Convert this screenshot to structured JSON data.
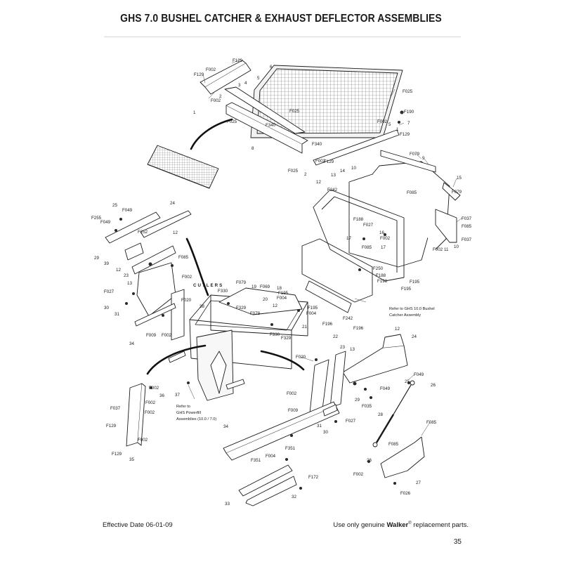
{
  "title": "GHS 7.0 BUSHEL CATCHER & EXHAUST DEFLECTOR ASSEMBLIES",
  "watermark": "CUTLERS",
  "footer": {
    "effective_date": "Effective Date 06-01-09",
    "genuine_prefix": "Use only genuine ",
    "brand": "Walker",
    "registered": "®",
    "genuine_suffix": " replacement parts."
  },
  "page_number": "35",
  "notes": {
    "ghs_10_line1": "Refer to GHS 10.0 Bushel",
    "ghs_10_line2": "Catcher Assembly",
    "powerfill_line1": "Refer to",
    "powerfill_line2": "GHS Powerfill",
    "powerfill_line3": "Assemblies (10.0 / 7.0)"
  },
  "callouts": {
    "c1": "F129",
    "c2": "F129",
    "c3": "F002",
    "c4": "4",
    "c5": "5",
    "c6": "6",
    "c7": "3",
    "c8": "2",
    "c9": "F002",
    "c10": "1",
    "c11": "F025",
    "c12": "F340",
    "c13": "8",
    "c14": "F025",
    "c15": "F025",
    "c16": "F190",
    "c17": "F002",
    "c18": "5",
    "c19": "7",
    "c20": "1",
    "c21": "F129",
    "c22": "F340",
    "c23": "F002",
    "c24": "F129",
    "c25": "2",
    "c26": "F025",
    "c27": "F079",
    "c28": "9",
    "c29": "10",
    "c30": "14",
    "c31": "13",
    "c32": "15",
    "c33": "12",
    "c34": "F242",
    "c35": "F085",
    "c36": "F079",
    "c37": "F037",
    "c38": "F085",
    "c39": "F037",
    "c40": "F188",
    "c41": "F027",
    "c42": "16",
    "c43": "F002",
    "c44": "17",
    "c45": "F085",
    "c46": "17",
    "c47": "F002",
    "c48": "11",
    "c49": "10",
    "c50": "F250",
    "c51": "F188",
    "c52": "F198",
    "c53": "F195",
    "c54": "F195",
    "c55": "25",
    "c56": "F049",
    "c57": "24",
    "c58": "F255",
    "c59": "F049",
    "c60": "F252",
    "c61": "12",
    "c62": "29",
    "c63": "39",
    "c64": "F085",
    "c65": "12",
    "c66": "23",
    "c67": "13",
    "c68": "F002",
    "c69": "F027",
    "c70": "30",
    "c71": "31",
    "c72": "F020",
    "c73": "38",
    "c74": "F009",
    "c75": "F002",
    "c76": "34",
    "c77": "F330",
    "c78": "F079",
    "c79": "19",
    "c80": "F069",
    "c81": "18",
    "c82": "F195",
    "c83": "20",
    "c84": "F004",
    "c85": "12",
    "c86": "F329",
    "c87": "F079",
    "c88": "F195",
    "c89": "F004",
    "c90": "F196",
    "c91": "F242",
    "c92": "F196",
    "c93": "21",
    "c94": "F330",
    "c95": "F329",
    "c96": "12",
    "c97": "22",
    "c98": "23",
    "c99": "13",
    "c100": "24",
    "c101": "F020",
    "c102": "F049",
    "c103": "25",
    "c104": "F049",
    "c105": "26",
    "c106": "F002",
    "c107": "29",
    "c108": "F035",
    "c109": "F009",
    "c110": "31",
    "c111": "F027",
    "c112": "30",
    "c113": "28",
    "c114": "F085",
    "c115": "34",
    "c116": "F351",
    "c117": "F085",
    "c118": "26",
    "c119": "F351",
    "c120": "F004",
    "c121": "F002",
    "c122": "27",
    "c123": "F172",
    "c124": "F026",
    "c125": "33",
    "c126": "32",
    "c127": "F002",
    "c128": "36",
    "c129": "F002",
    "c130": "F037",
    "c131": "F002",
    "c132": "F129",
    "c133": "F002",
    "c134": "F129",
    "c135": "35",
    "c136": "37"
  }
}
